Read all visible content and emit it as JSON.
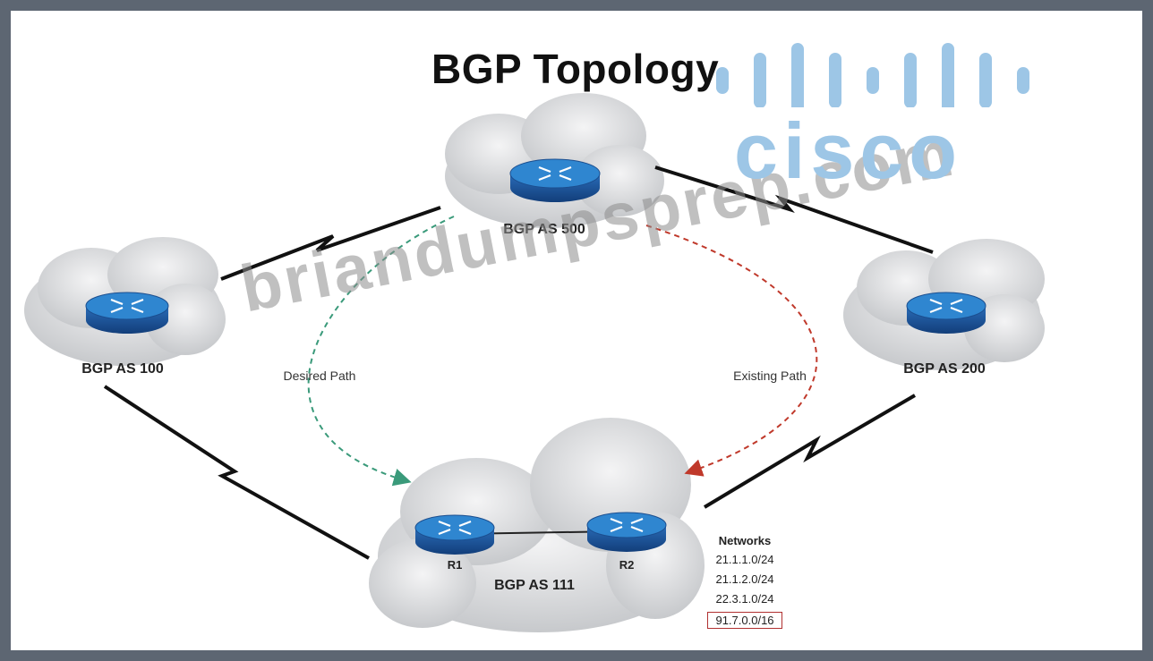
{
  "title": "BGP Topology",
  "logo": {
    "text": "cisco",
    "color": "#9dc6e6"
  },
  "watermark": "briandumpsprep.com",
  "nodes": {
    "as500": {
      "label": "BGP AS 500"
    },
    "as100": {
      "label": "BGP AS 100"
    },
    "as200": {
      "label": "BGP AS 200"
    },
    "as111": {
      "label": "BGP AS 111",
      "routers": [
        "R1",
        "R2"
      ]
    }
  },
  "paths": {
    "desired": {
      "label": "Desired Path",
      "color": "#3a9a7a"
    },
    "existing": {
      "label": "Existing Path",
      "color": "#c0392b"
    }
  },
  "networks": {
    "heading": "Networks",
    "items": [
      "21.1.1.0/24",
      "21.1.2.0/24",
      "22.3.1.0/24",
      "91.7.0.0/16"
    ],
    "highlighted": "91.7.0.0/16"
  },
  "colors": {
    "router": "#1e5fa8",
    "router_top": "#2f86d0",
    "cloud": "#d9dadc"
  }
}
